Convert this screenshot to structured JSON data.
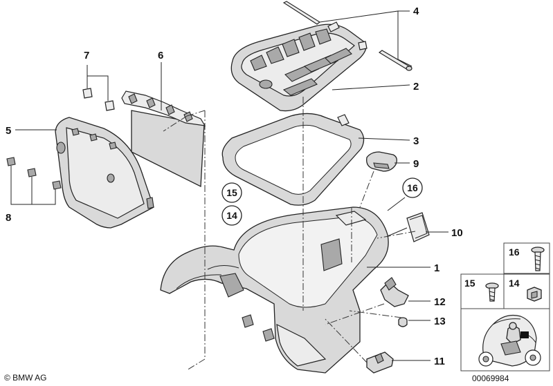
{
  "callouts": {
    "c1": "1",
    "c2": "2",
    "c3": "3",
    "c4": "4",
    "c5": "5",
    "c6": "6",
    "c7": "7",
    "c8": "8",
    "c9": "9",
    "c10": "10",
    "c11": "11",
    "c12": "12",
    "c13": "13"
  },
  "circled": {
    "c14": "14",
    "c15": "15",
    "c16": "16"
  },
  "inset": {
    "l16": "16",
    "l15": "15",
    "l14": "14"
  },
  "footer": {
    "copyright": "© BMW AG",
    "image_number": "00069984"
  }
}
